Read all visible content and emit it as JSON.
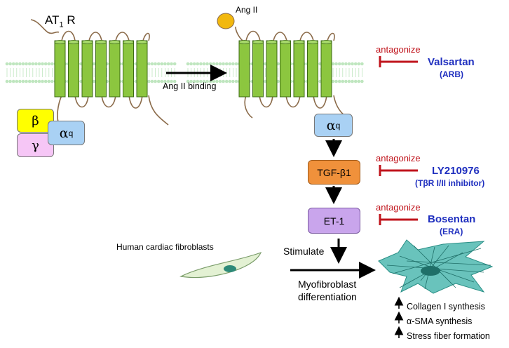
{
  "receptor": {
    "label_main": "AT",
    "label_sub": "1",
    "label_tail": " R",
    "ligand": "Ang II",
    "binding_label": "Ang II binding"
  },
  "g_protein": {
    "beta": "β",
    "gamma": "γ",
    "alpha_main": "α",
    "alpha_sub": "q"
  },
  "pathway": {
    "alpha_main": "α",
    "alpha_sub": "q",
    "tgf": "TGF-β1",
    "et1": "ET-1"
  },
  "inhibitors": [
    {
      "action": "antagonize",
      "drug": "Valsartan",
      "class": "(ARB)"
    },
    {
      "action": "antagonize",
      "drug": "LY210976",
      "class": "(TβR I/II inhibitor)"
    },
    {
      "action": "antagonize",
      "drug": "Bosentan",
      "class": "(ERA)"
    }
  ],
  "cells": {
    "fibroblast_label": "Human cardiac fibroblasts",
    "stimulate_label": "Stimulate",
    "diff_line1": "Myofibroblast",
    "diff_line2": "differentiation"
  },
  "outcomes": [
    "Collagen I synthesis",
    "α-SMA synthesis",
    "Stress fiber formation"
  ],
  "colors": {
    "helix_green": "#8cc63f",
    "membrane_green": "#bfe6bf",
    "tgf_orange": "#f0913b",
    "et1_purple": "#c9a5ec",
    "alpha_blue": "#a9d1f4",
    "beta_yellow": "#ffff00",
    "gamma_pink": "#f6c6f6",
    "ligand_yellow": "#f2b80e",
    "antagonist_red": "#c0141c",
    "drug_blue": "#1f2fbf",
    "cell_teal": "#4fb8b0"
  }
}
